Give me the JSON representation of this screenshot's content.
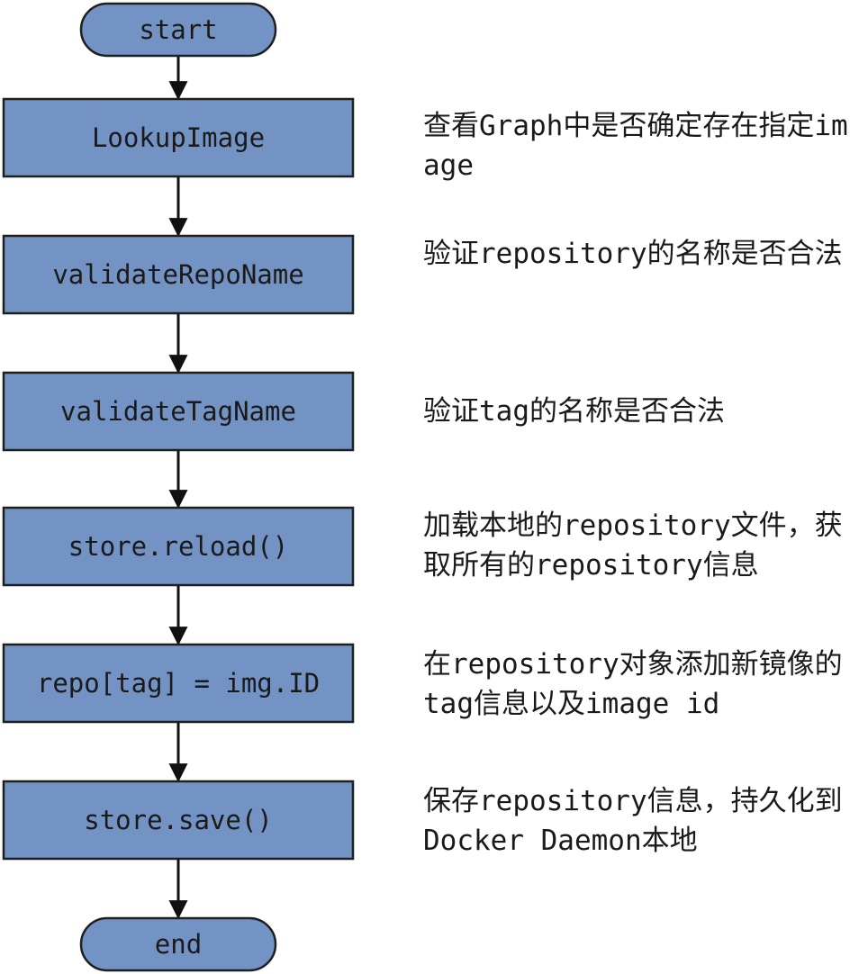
{
  "colors": {
    "node_fill": "#7393C4",
    "node_stroke": "#1f1f1f",
    "arrow": "#111111"
  },
  "nodes": [
    {
      "id": "start",
      "shape": "terminal",
      "label": "start"
    },
    {
      "id": "lookup-image",
      "shape": "process",
      "label": "LookupImage"
    },
    {
      "id": "validate-repo-name",
      "shape": "process",
      "label": "validateRepoName"
    },
    {
      "id": "validate-tag-name",
      "shape": "process",
      "label": "validateTagName"
    },
    {
      "id": "store-reload",
      "shape": "process",
      "label": "store.reload()"
    },
    {
      "id": "repo-tag-assign",
      "shape": "process",
      "label": "repo[tag] = img.ID"
    },
    {
      "id": "store-save",
      "shape": "process",
      "label": "store.save()"
    },
    {
      "id": "end",
      "shape": "terminal",
      "label": "end"
    }
  ],
  "edges": [
    {
      "from": "start",
      "to": "lookup-image"
    },
    {
      "from": "lookup-image",
      "to": "validate-repo-name"
    },
    {
      "from": "validate-repo-name",
      "to": "validate-tag-name"
    },
    {
      "from": "validate-tag-name",
      "to": "store-reload"
    },
    {
      "from": "store-reload",
      "to": "repo-tag-assign"
    },
    {
      "from": "repo-tag-assign",
      "to": "store-save"
    },
    {
      "from": "store-save",
      "to": "end"
    }
  ],
  "notes": [
    {
      "for": "lookup-image",
      "text": "查看Graph中是否确定存在指定image"
    },
    {
      "for": "validate-repo-name",
      "text": "验证repository的名称是否合法"
    },
    {
      "for": "validate-tag-name",
      "text": "验证tag的名称是否合法"
    },
    {
      "for": "store-reload",
      "text": "加载本地的repository文件，获取所有的repository信息"
    },
    {
      "for": "repo-tag-assign",
      "text": "在repository对象添加新镜像的tag信息以及image id"
    },
    {
      "for": "store-save",
      "text": "保存repository信息，持久化到Docker Daemon本地"
    }
  ]
}
